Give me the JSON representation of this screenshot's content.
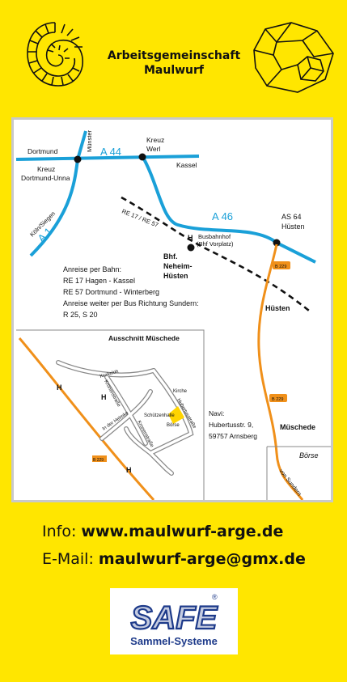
{
  "header": {
    "title_line1": "Arbeitsgemeinschaft",
    "title_line2": "Maulwurf"
  },
  "map": {
    "roads": {
      "a44": "A 44",
      "a46": "A 46",
      "a1": "A 1",
      "re": "RE 17 / RE 57"
    },
    "places": {
      "dortmund": "Dortmund",
      "muenster": "Münster",
      "kreuz_werl_1": "Kreuz",
      "kreuz_werl_2": "Werl",
      "kassel": "Kassel",
      "kreuz_du_1": "Kreuz",
      "kreuz_du_2": "Dortmund-Unna",
      "koeln": "Köln/Siegen",
      "as64_1": "AS 64",
      "as64_2": "Hüsten",
      "h_stop": "H",
      "bus_1": "Busbahnhof",
      "bus_2": "(Bhf Vorplatz)",
      "bhf_1": "Bhf.",
      "bhf_2": "Neheim-",
      "bhf_3": "Hüsten",
      "b229": "B 229",
      "huesten": "Hüsten",
      "mueschede": "Müschede",
      "boerse": "Börse",
      "von_sundern": "von Sundern"
    },
    "directions": [
      "Anreise per Bahn:",
      "RE 17 Hagen - Kassel",
      "RE 57 Dortmund - Winterberg",
      "Anreise weiter per Bus Richtung Sundern:",
      "R 25, S 20"
    ],
    "navi": [
      "Navi:",
      "Hubertusstr. 9,",
      "59757 Arnsberg"
    ],
    "inset": {
      "title": "Ausschnitt Müschede",
      "krakeloh": "Krakeloh",
      "kirche": "Kirche",
      "kronenstrasse_1": "Kronenstraße",
      "kronenstrasse_2": "Kronenstraße",
      "in_der_helmke": "In der Helmke",
      "hubertusstrasse": "Hubertusstraße",
      "halle_1": "Schützenhalle",
      "halle_2": "Börse",
      "h1": "H",
      "h2": "H",
      "h3": "H",
      "b229": "B 229"
    }
  },
  "info": {
    "info_label": "Info:",
    "info_value": "www.maulwurf-arge.de",
    "email_label": "E-Mail:",
    "email_value": "maulwurf-arge@gmx.de"
  },
  "logo": {
    "brand": "SAFE",
    "registered": "®",
    "subtitle": "Sammel-Systeme"
  },
  "colors": {
    "background": "#ffe600",
    "motorway": "#1aa0d8",
    "federal_road": "#f0901a",
    "logo_blue": "#1d3a8a"
  }
}
